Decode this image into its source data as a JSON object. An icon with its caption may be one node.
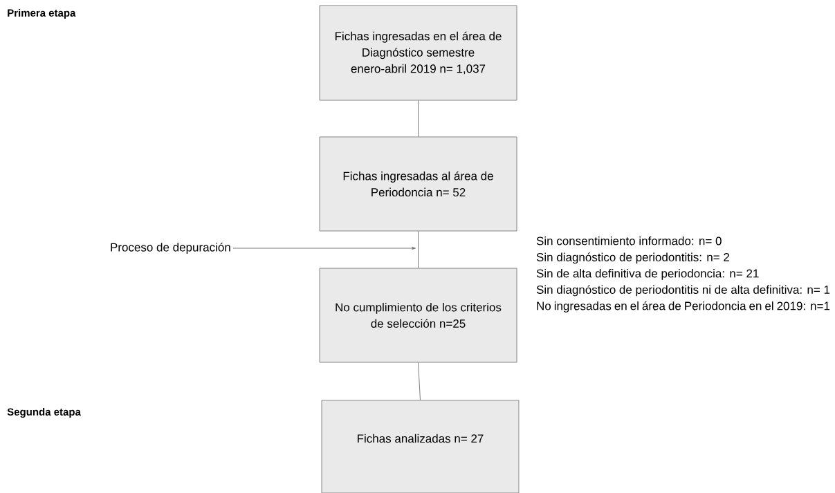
{
  "diagram": {
    "nodes": [
      {
        "text": [
          "Fichas ingresadas en el área de Diagnóstico semestre enero-abril 2019 n= 1,037"
        ]
      },
      {
        "text": [
          "Fichas ingresadas al área de Periodoncia n= 52"
        ]
      },
      {
        "text": [
          "No cumplimiento de los criterios de selección n=25"
        ],
        "beside": [
          "Sin consentimiento informado: n= 0",
          "Sin diagnóstico de periodontitis: n= 2",
          "Sin de alta definitiva de periodoncia: n= 21",
          "Sin diagnóstico de periodontitis ni de alta definitiva: n= 1",
          "No ingresadas en el área de Periodoncia en el 2019: n=1"
        ]
      },
      {
        "text": [
          "Fichas analizadas n= 27"
        ]
      },
      {
        "text": [
          "Proceso de depuración"
        ]
      }
    ],
    "edges": [
      {
        "from": 0,
        "to": 1,
        "arrow": "none"
      },
      {
        "from": 1,
        "to": 2,
        "arrow": "none"
      },
      {
        "from": 2,
        "to": 3,
        "arrow": "none"
      },
      {
        "from": 4,
        "to": null,
        "arrow": "to"
      }
    ],
    "labels": [
      "Primera etapa",
      "Segunda etapa"
    ]
  }
}
